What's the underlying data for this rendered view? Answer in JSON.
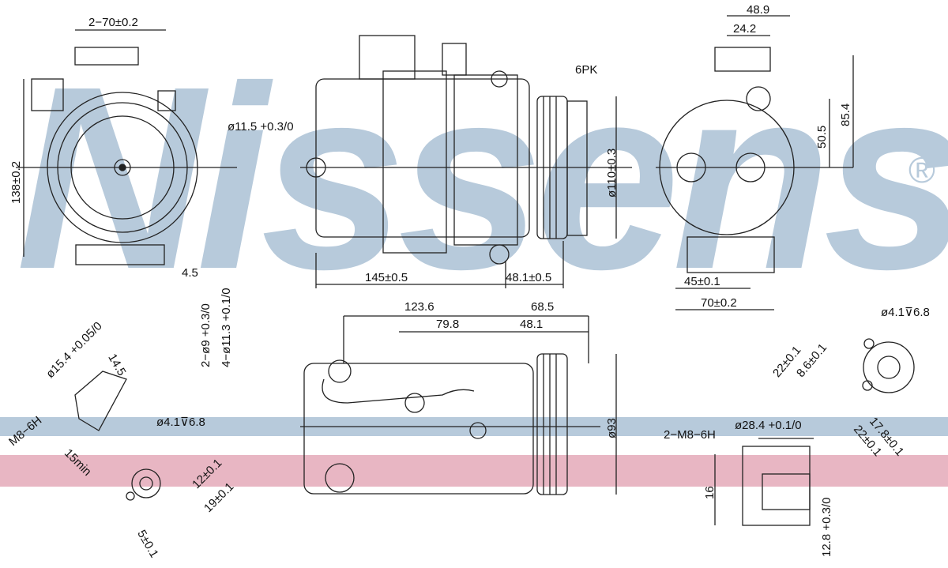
{
  "watermark": {
    "brand": "Nissens",
    "registered": "®"
  },
  "colors": {
    "band_blue": "#b7cadb",
    "band_pink": "#e8b6c3",
    "line": "#222222"
  },
  "dims": {
    "front_width": "2−70±0.2",
    "front_height": "138±0.2",
    "flange_offset": "4.5",
    "mount_hole": "ø11.5 +0.3/0",
    "body_length": "145±0.5",
    "pulley_offset": "48.1±0.5",
    "belt": "6PK",
    "pulley_dia": "ø110±0.3",
    "rear_w1": "48.9",
    "rear_w2": "24.2",
    "rear_h1": "50.5",
    "rear_h2": "85.4",
    "rear_b1": "45±0.1",
    "rear_b2": "70±0.2",
    "top_l1": "123.6",
    "top_l2": "68.5",
    "top_l3": "79.8",
    "top_l4": "48.1",
    "top_pulley_dia": "ø93",
    "holes_a": "2−ø9 +0.3/0",
    "holes_b": "4−ø11.3 +0.1/0",
    "port1_dia": "ø15.4 +0.05/0",
    "port1_depth": "14.5",
    "port1_thread": "M8−6H",
    "port1_min": "15min",
    "port1_pin": "ø4.1⊽6.8",
    "port1_x1": "12±0.1",
    "port1_x2": "19±0.1",
    "port1_x3": "5±0.1",
    "port2_pin": "ø4.1⊽6.8",
    "port2_a": "22±0.1",
    "port2_b": "8.6±0.1",
    "port2_c": "17.8±0.1",
    "port2_d": "22±0.1",
    "port2_thread": "2−M8−6H",
    "port2_dia": "ø28.4 +0.1/0",
    "port2_h": "16",
    "port2_depth": "12.8 +0.3/0"
  }
}
